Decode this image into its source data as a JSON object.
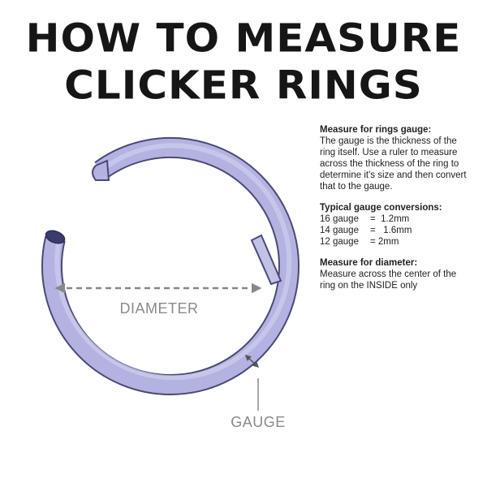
{
  "title": {
    "line1": "HOW TO MEASURE",
    "line2": "CLICKER RINGS"
  },
  "info": {
    "gauge_heading": "Measure for rings gauge:",
    "gauge_text": "The gauge is the thickness of the ring itself. Use a ruler to measure across the thickness of the ring to determine it's size and then convert that to the gauge.",
    "conversions_heading": "Typical gauge conversions:",
    "conversions": [
      {
        "gauge": "16 gauge",
        "value": "=  1.2mm"
      },
      {
        "gauge": "14 gauge",
        "value": "=   1.6mm"
      },
      {
        "gauge": "12 gauge",
        "value": "= 2mm"
      }
    ],
    "diameter_heading": "Measure for diameter:",
    "diameter_text": "Measure across the center of the ring on the INSIDE only"
  },
  "diagram": {
    "diameter_label": "DIAMETER",
    "gauge_label": "GAUGE",
    "colors": {
      "ring_fill": "#b3b2e0",
      "ring_stroke": "#4a4a78",
      "arrow": "#888888",
      "label": "#8a8a8a",
      "end_dark": "#3c3c6a"
    }
  }
}
